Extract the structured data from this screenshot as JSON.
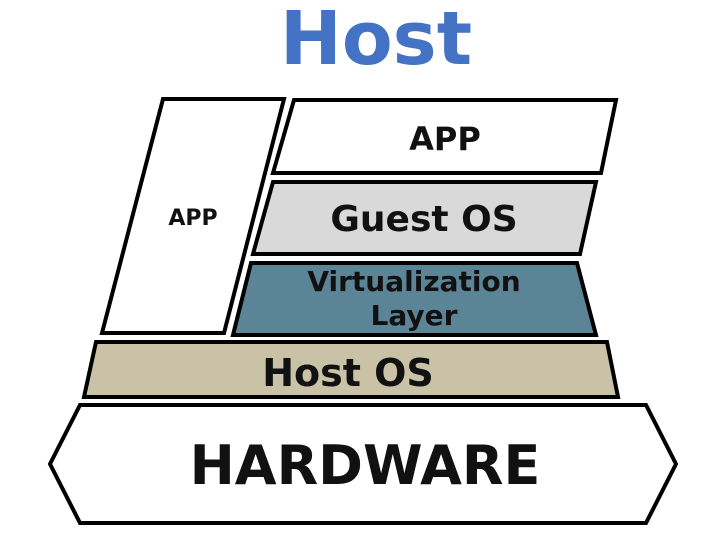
{
  "title": "Host",
  "colors": {
    "title": "#4472C4",
    "app": "#FFFFFF",
    "guest_os": "#D9D9D9",
    "virtualization_layer": "#5B8497",
    "host_os": "#C9C2A6",
    "hardware": "#FFFFFF",
    "outline": "#000000"
  },
  "layers": {
    "side_app": "APP",
    "app": "APP",
    "guest_os": "Guest OS",
    "virtualization_layer_line1": "Virtualization",
    "virtualization_layer_line2": "Layer",
    "host_os": "Host OS",
    "hardware": "HARDWARE"
  }
}
